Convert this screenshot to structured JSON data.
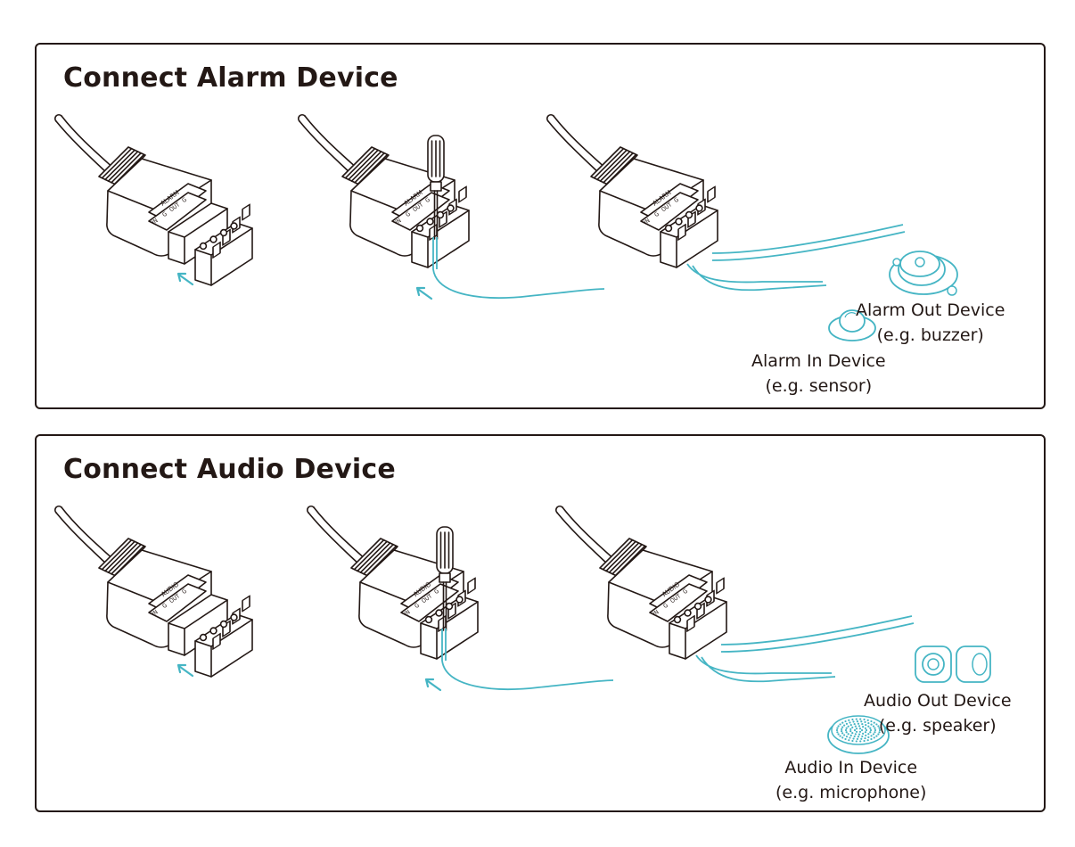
{
  "colors": {
    "ink": "#231815",
    "wire": "#45b5c4",
    "page": "#ffffff"
  },
  "panels": [
    {
      "title": "Connect Alarm Device",
      "connector_label": "ALARM",
      "pin_labels": [
        "IN",
        "G",
        "OUT",
        "G"
      ],
      "out_device": {
        "name": "Alarm Out Device",
        "example": "(e.g. buzzer)",
        "icon": "buzzer-icon"
      },
      "in_device": {
        "name": "Alarm In Device",
        "example": "(e.g. sensor)",
        "icon": "sensor-icon"
      }
    },
    {
      "title": "Connect Audio Device",
      "connector_label": "AUDIO",
      "pin_labels": [
        "IN",
        "G",
        "OUT",
        "G"
      ],
      "out_device": {
        "name": "Audio Out Device",
        "example": "(e.g. speaker)",
        "icon": "speaker-icon"
      },
      "in_device": {
        "name": "Audio In Device",
        "example": "(e.g. microphone)",
        "icon": "microphone-icon"
      }
    }
  ]
}
